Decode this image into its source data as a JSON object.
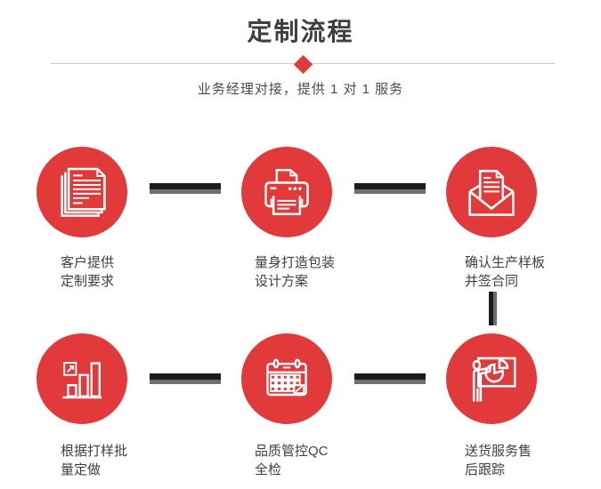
{
  "header": {
    "title": "定制流程",
    "subtitle": "业务经理对接，提供 1 对 1 服务"
  },
  "colors": {
    "accent_red": "#e23a3a",
    "connector_dark": "#1c1c1c",
    "connector_gray": "#6f6f6f",
    "title_color": "#3f3f3f",
    "subtitle_color": "#4a4a4a",
    "label_color": "#404040",
    "divider_color": "#cccccc",
    "icon_color": "#ffffff"
  },
  "steps": [
    {
      "icon": "documents-icon",
      "line1": "客户提供",
      "line2": "定制要求"
    },
    {
      "icon": "printer-icon",
      "line1": "量身打造包装",
      "line2": "设计方案"
    },
    {
      "icon": "envelope-icon",
      "line1": "确认生产样板",
      "line2": "并签合同"
    },
    {
      "icon": "bar-chart-icon",
      "line1": "根据打样批",
      "line2": "量定做"
    },
    {
      "icon": "calendar-icon",
      "line1": "品质管控QC",
      "line2": "全检"
    },
    {
      "icon": "presentation-icon",
      "line1": "送货服务售",
      "line2": "后跟踪"
    }
  ]
}
